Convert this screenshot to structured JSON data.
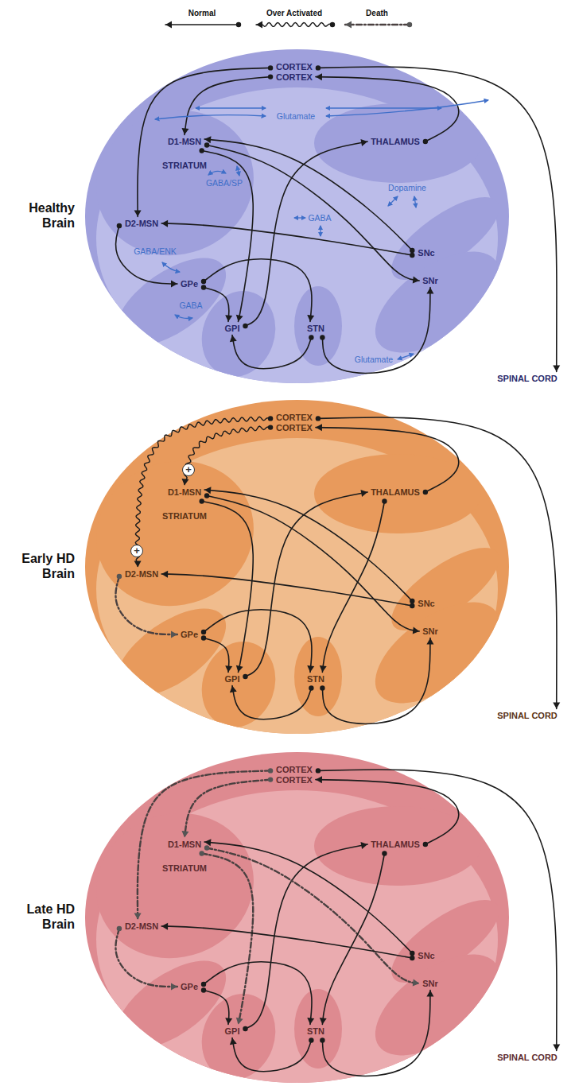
{
  "diagram": {
    "nodes": [
      {
        "text": [
          "Healthy Brain"
        ]
      },
      {
        "text": [
          "CORTEX",
          "CORTEX"
        ],
        "in": 0
      },
      {
        "text": [
          "D1-MSN"
        ],
        "in": 0
      },
      {
        "text": [
          "THALAMUS"
        ],
        "in": 0
      },
      {
        "text": [
          "D2-MSN"
        ],
        "in": 0
      },
      {
        "text": [
          "SNc"
        ],
        "in": 0
      },
      {
        "text": [
          "GPe"
        ],
        "in": 0
      },
      {
        "text": [
          "SNr"
        ],
        "in": 0
      },
      {
        "text": [
          "GPI"
        ],
        "in": 0
      },
      {
        "text": [
          "STN"
        ],
        "in": 0
      },
      {
        "text": [
          "SPINAL CORD"
        ]
      },
      {
        "text": [
          "Early HD Brain"
        ]
      },
      {
        "text": [
          "CORTEX",
          "CORTEX"
        ],
        "in": 11
      },
      {
        "text": [
          "D1-MSN"
        ],
        "in": 11
      },
      {
        "text": [
          "THALAMUS"
        ],
        "in": 11
      },
      {
        "text": [
          "D2-MSN"
        ],
        "in": 11
      },
      {
        "text": [
          "SNc"
        ],
        "in": 11
      },
      {
        "text": [
          "GPe"
        ],
        "in": 11
      },
      {
        "text": [
          "SNr"
        ],
        "in": 11
      },
      {
        "text": [
          "GPI"
        ],
        "in": 11
      },
      {
        "text": [
          "STN"
        ],
        "in": 11
      },
      {
        "text": [
          "SPINAL CORD"
        ]
      },
      {
        "text": [
          "Late HD Brain"
        ]
      },
      {
        "text": [
          "CORTEX",
          "CORTEX"
        ],
        "in": 22
      },
      {
        "text": [
          "D1-MSN"
        ],
        "in": 22
      },
      {
        "text": [
          "THALAMUS"
        ],
        "in": 22
      },
      {
        "text": [
          "D2-MSN"
        ],
        "in": 22
      },
      {
        "text": [
          "SNc"
        ],
        "in": 22
      },
      {
        "text": [
          "GPe"
        ],
        "in": 22
      },
      {
        "text": [
          "SNr"
        ],
        "in": 22
      },
      {
        "text": [
          "GPI"
        ],
        "in": 22
      },
      {
        "text": [
          "STN"
        ],
        "in": 22
      },
      {
        "text": [
          "SPINAL CORD"
        ]
      }
    ],
    "edges": [
      {
        "from": 1,
        "to": 4,
        "arrow": "to"
      },
      {
        "from": 1,
        "to": 2,
        "arrow": "to"
      },
      {
        "from": 1,
        "to": 10,
        "arrow": "to"
      },
      {
        "from": 3,
        "to": 1,
        "arrow": "to"
      },
      {
        "from": 8,
        "to": 3,
        "arrow": "to"
      },
      {
        "from": 5,
        "to": 2,
        "arrow": "to"
      },
      {
        "from": 2,
        "to": 7,
        "arrow": "to"
      },
      {
        "from": 2,
        "to": 8,
        "arrow": "to"
      },
      {
        "from": 5,
        "to": 4,
        "arrow": "to"
      },
      {
        "from": 4,
        "to": 6,
        "arrow": "to"
      },
      {
        "from": 6,
        "to": 9,
        "arrow": "to"
      },
      {
        "from": 6,
        "to": 8,
        "arrow": "to"
      },
      {
        "from": 9,
        "to": 8,
        "arrow": "to"
      },
      {
        "from": 9,
        "to": 7,
        "arrow": "to"
      },
      {
        "from": 12,
        "to": 15,
        "arrow": "to"
      },
      {
        "from": 12,
        "to": 13,
        "arrow": "to"
      },
      {
        "from": 12,
        "to": 21,
        "arrow": "to"
      },
      {
        "from": 14,
        "to": 12,
        "arrow": "to"
      },
      {
        "from": 19,
        "to": 14,
        "arrow": "to"
      },
      {
        "from": 16,
        "to": 13,
        "arrow": "to"
      },
      {
        "from": 13,
        "to": 18,
        "arrow": "to"
      },
      {
        "from": 13,
        "to": 19,
        "arrow": "to"
      },
      {
        "from": 16,
        "to": 15,
        "arrow": "to"
      },
      {
        "from": 15,
        "to": 17,
        "arrow": "to"
      },
      {
        "from": 17,
        "to": 20,
        "arrow": "to"
      },
      {
        "from": 17,
        "to": 19,
        "arrow": "to"
      },
      {
        "from": 20,
        "to": 19,
        "arrow": "to"
      },
      {
        "from": 20,
        "to": 18,
        "arrow": "to"
      },
      {
        "from": 14,
        "to": 20,
        "arrow": "to"
      },
      {
        "from": 23,
        "to": 26,
        "arrow": "to"
      },
      {
        "from": 23,
        "to": 24,
        "arrow": "to"
      },
      {
        "from": 23,
        "to": 32,
        "arrow": "to"
      },
      {
        "from": 25,
        "to": 23,
        "arrow": "to"
      },
      {
        "from": 30,
        "to": 25,
        "arrow": "to"
      },
      {
        "from": 27,
        "to": 24,
        "arrow": "to"
      },
      {
        "from": 24,
        "to": 29,
        "arrow": "to"
      },
      {
        "from": 24,
        "to": 30,
        "arrow": "to"
      },
      {
        "from": 27,
        "to": 26,
        "arrow": "to"
      },
      {
        "from": 26,
        "to": 28,
        "arrow": "to"
      },
      {
        "from": 28,
        "to": 31,
        "arrow": "to"
      },
      {
        "from": 28,
        "to": 30,
        "arrow": "to"
      },
      {
        "from": 31,
        "to": 30,
        "arrow": "to"
      },
      {
        "from": 31,
        "to": 29,
        "arrow": "to"
      },
      {
        "from": 25,
        "to": 31,
        "arrow": "to"
      }
    ],
    "labels": [
      "Glutamate",
      "STRIATUM",
      "GABA/SP",
      "Dopamine",
      "GABA/ENK",
      "GABA",
      "GABA",
      "Glutamate",
      "+",
      "STRIATUM",
      "+",
      "STRIATUM"
    ],
    "legend": [
      {
        "text": "Normal"
      },
      {
        "text": "Over Activated"
      },
      {
        "text": "Death"
      }
    ]
  }
}
